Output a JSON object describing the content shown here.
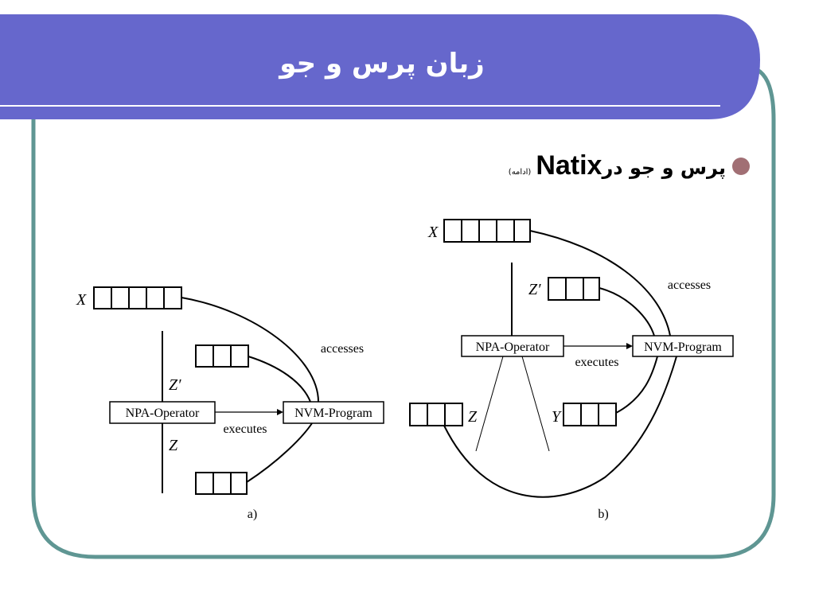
{
  "slide": {
    "title": "زبان پرس و جو",
    "bullet": {
      "text": "پرس و جو در",
      "keyword": "Natix",
      "note": "(ادامه)"
    }
  },
  "diagram_a": {
    "caption": "a)",
    "operator": "NPA-Operator",
    "program": "NVM-Program",
    "executes": "executes",
    "accesses": "accesses",
    "var_x": "X",
    "var_zprime": "Z′",
    "var_z": "Z"
  },
  "diagram_b": {
    "caption": "b)",
    "operator": "NPA-Operator",
    "program": "NVM-Program",
    "executes": "executes",
    "accesses": "accesses",
    "var_x": "X",
    "var_zprime": "Z′",
    "var_z": "Z",
    "var_y": "Y"
  },
  "colors": {
    "header": "#6667cc",
    "frame": "#5f9693",
    "bullet": "#a16f74"
  }
}
